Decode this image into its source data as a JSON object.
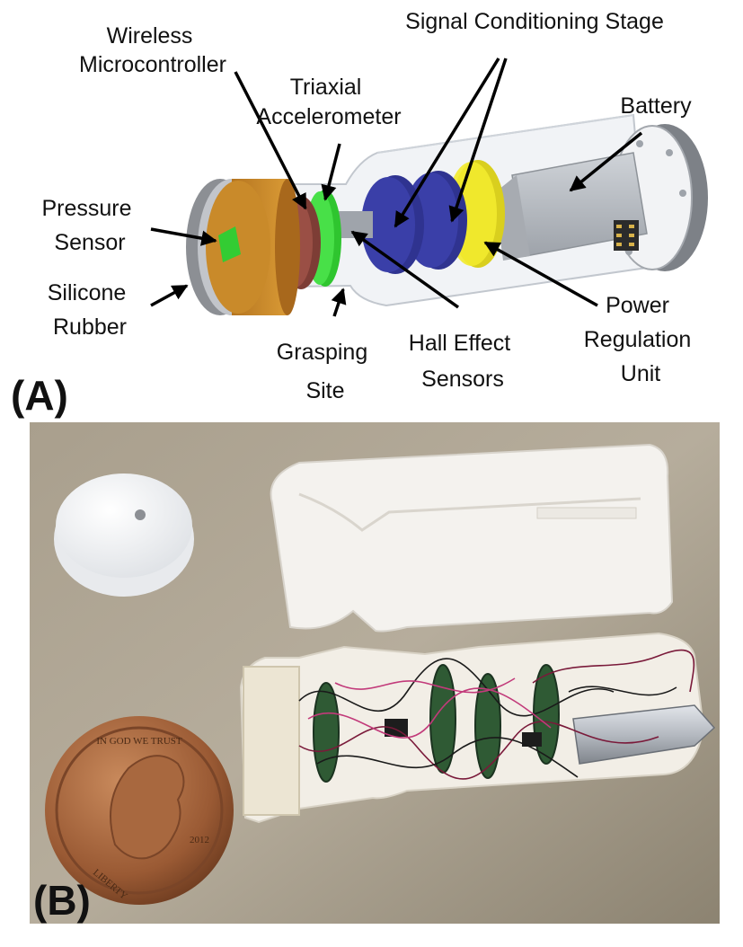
{
  "panel_a": {
    "panel_label": "(A)",
    "labels": {
      "wireless_microcontroller": [
        "Wireless",
        "Microcontroller"
      ],
      "triaxial_accelerometer": [
        "Triaxial",
        "Accelerometer"
      ],
      "signal_conditioning_stage": [
        "Signal Conditioning Stage"
      ],
      "battery": [
        "Battery"
      ],
      "pressure_sensor": [
        "Pressure",
        "Sensor"
      ],
      "silicone_rubber": [
        "Silicone",
        "Rubber"
      ],
      "grasping_site": [
        "Grasping",
        "Site"
      ],
      "hall_effect_sensors": [
        "Hall Effect",
        "Sensors"
      ],
      "power_regulation_unit": [
        "Power",
        "Regulation",
        "Unit"
      ]
    },
    "component_colors": {
      "silicone_cap": "#c98a2a",
      "microcontroller": "#9a4f45",
      "accelerometer": "#48e048",
      "pressure_sensor": "#33cc33",
      "hall_sensors": "#3a3fa8",
      "power_regulation": "#f2ea2e",
      "battery": "#b8bcc2",
      "housing": "#dfe3e8"
    }
  },
  "panel_b": {
    "panel_label": "(B)",
    "coin_text": {
      "top": "IN GOD WE TRUST",
      "left": "LIBERTY",
      "year": "2012"
    }
  }
}
